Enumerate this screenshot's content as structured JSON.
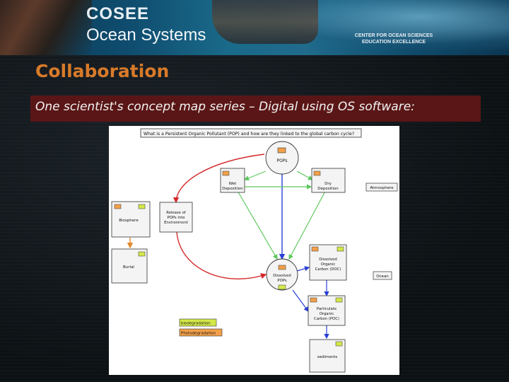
{
  "header": {
    "logo": "COSEE",
    "logo_main": "Ocean Systems",
    "center_line1": "CENTER FOR OCEAN SCIENCES",
    "center_line2": "EDUCATION EXCELLENCE"
  },
  "slide": {
    "title": "Collaboration",
    "subtitle": "One scientist's concept map series –  Digital using OS software:"
  },
  "map": {
    "question": "What is a Persistent Organic Pollutant (POP) and how are they linked to the global carbon cycle?",
    "nodes": {
      "pops": "POPs",
      "wet": [
        "Wet",
        "Deposition"
      ],
      "dry": [
        "Dry",
        "Deposition"
      ],
      "atmosphere": "Atmosphere",
      "biosphere": "Biosphere",
      "release": [
        "Release of",
        "POPs into",
        "Environment"
      ],
      "burial": "Burial",
      "dissolved_pops": [
        "Dissolved",
        "POPs"
      ],
      "doc": [
        "Dissolved",
        "Organic",
        "Carbon (DOC)"
      ],
      "ocean": "Ocean",
      "poc": [
        "Particulate",
        "Organic",
        "Carbon (POC)"
      ],
      "sediments": "sediments"
    },
    "legend": {
      "bio": "biodegradation",
      "photo": "Photodegradation"
    },
    "colors": {
      "red_link": "#d42a2a",
      "blue_link": "#2a3fd4",
      "green_link": "#5ec85e",
      "orange_link": "#e08a2a",
      "bio_fill": "#d4e84a",
      "photo_fill": "#f2a04a"
    }
  }
}
